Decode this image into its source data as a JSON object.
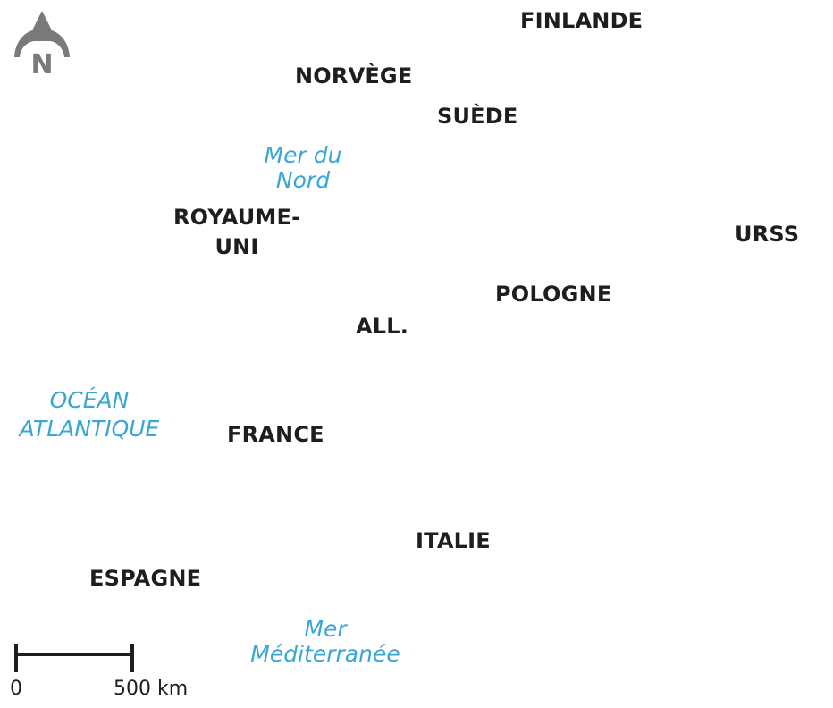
{
  "map": {
    "countries": {
      "finlande": "FINLANDE",
      "norvege": "NORVÈGE",
      "suede": "SUÈDE",
      "royaume_uni_line1": "ROYAUME-",
      "royaume_uni_line2": "UNI",
      "urss": "URSS",
      "pologne": "POLOGNE",
      "allemagne": "ALL.",
      "france": "FRANCE",
      "italie": "ITALIE",
      "espagne": "ESPAGNE"
    },
    "seas": {
      "mer_du_nord_line1": "Mer du",
      "mer_du_nord_line2": "Nord",
      "ocean_atlantique_line1": "OCÉAN",
      "ocean_atlantique_line2": "ATLANTIQUE",
      "mediterranee_line1": "Mer",
      "mediterranee_line2": "Méditerranée"
    },
    "north_arrow": {
      "letter": "N",
      "icon": "north-arrow-icon",
      "color": "#7a7a7a"
    },
    "scale_bar": {
      "start_label": "0",
      "end_label": "500 km",
      "color": "#1e1e1e"
    },
    "colors": {
      "country_text": "#1e1e1e",
      "sea_text": "#3aa6d6",
      "background": "#ffffff"
    }
  }
}
